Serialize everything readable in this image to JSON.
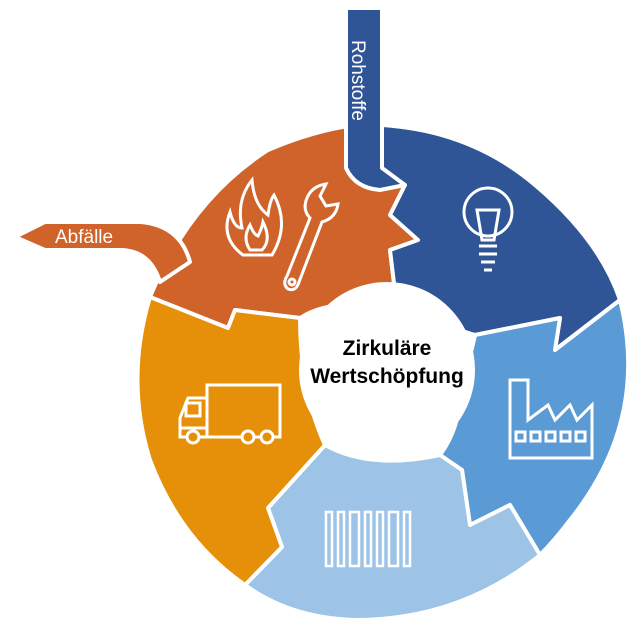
{
  "center_label": {
    "line1": "Zirkuläre",
    "line2": "Wertschöpfung"
  },
  "input_arrow": {
    "label": "Rohstoffe"
  },
  "output_arrow": {
    "label": "Abfälle"
  },
  "colors": {
    "design": "#2f5597",
    "production": "#5b9bd5",
    "distribution": "#9dc3e6",
    "usage": "#e6900a",
    "recycling": "#d0632a",
    "center": "#ffffff",
    "icon_stroke": "#ffffff"
  },
  "segments": [
    {
      "id": "design",
      "icon": "light-bulb-icon"
    },
    {
      "id": "production",
      "icon": "factory-icon"
    },
    {
      "id": "distribution",
      "icon": "barcode-icon"
    },
    {
      "id": "usage",
      "icon": "truck-icon"
    },
    {
      "id": "recycling",
      "icon": "flame-icon"
    }
  ]
}
